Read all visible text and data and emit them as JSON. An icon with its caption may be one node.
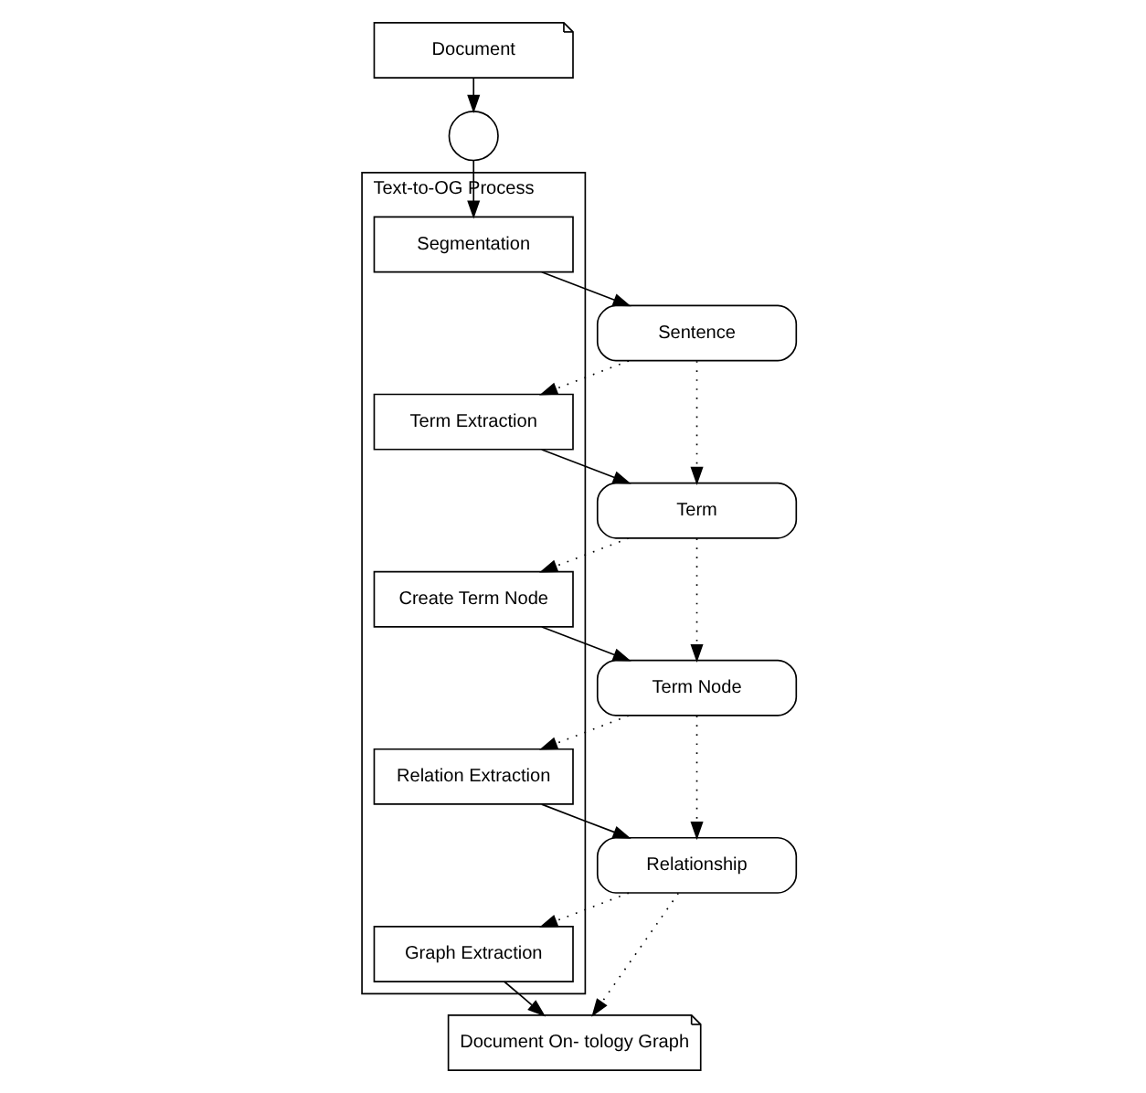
{
  "diagram": {
    "nodes": [
      {
        "text": [
          "Document"
        ]
      },
      {
        "text": [],
        "shape": "circle"
      },
      {
        "text": [
          "Text-to-OG Process"
        ]
      },
      {
        "text": [
          "Segmentation"
        ],
        "in": 2
      },
      {
        "text": [
          "Sentence"
        ]
      },
      {
        "text": [
          "Term Extraction"
        ],
        "in": 2
      },
      {
        "text": [
          "Term"
        ]
      },
      {
        "text": [
          "Create Term Node"
        ],
        "in": 2
      },
      {
        "text": [
          "Term Node"
        ]
      },
      {
        "text": [
          "Relation Extraction"
        ],
        "in": 2
      },
      {
        "text": [
          "Relationship"
        ]
      },
      {
        "text": [
          "Graph Extraction"
        ],
        "in": 2
      },
      {
        "text": [
          "Document On- tology Graph"
        ]
      }
    ],
    "edges": [
      {
        "from": 0,
        "to": 1,
        "arrow": "to"
      },
      {
        "from": 1,
        "to": 3,
        "arrow": "to"
      },
      {
        "from": 3,
        "to": 4,
        "arrow": "to"
      },
      {
        "from": 4,
        "to": 5,
        "arrow": "to",
        "style": "dashed"
      },
      {
        "from": 4,
        "to": 6,
        "arrow": "to",
        "style": "dashed"
      },
      {
        "from": 5,
        "to": 6,
        "arrow": "to"
      },
      {
        "from": 6,
        "to": 7,
        "arrow": "to",
        "style": "dashed"
      },
      {
        "from": 6,
        "to": 8,
        "arrow": "to",
        "style": "dashed"
      },
      {
        "from": 7,
        "to": 8,
        "arrow": "to"
      },
      {
        "from": 8,
        "to": 9,
        "arrow": "to",
        "style": "dashed"
      },
      {
        "from": 8,
        "to": 10,
        "arrow": "to",
        "style": "dashed"
      },
      {
        "from": 9,
        "to": 10,
        "arrow": "to"
      },
      {
        "from": 10,
        "to": 11,
        "arrow": "to",
        "style": "dashed"
      },
      {
        "from": 10,
        "to": 12,
        "arrow": "to",
        "style": "dashed"
      },
      {
        "from": 11,
        "to": 12,
        "arrow": "to"
      }
    ]
  }
}
